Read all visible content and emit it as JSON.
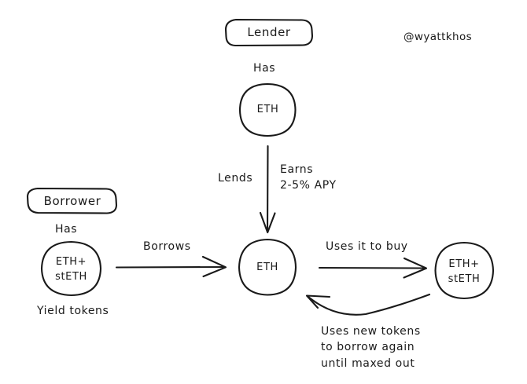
{
  "diagram": {
    "title_handle": "@wyattkhos",
    "background_color": "#ffffff",
    "stroke_color": "#1a1a1a",
    "boxes": [
      {
        "id": "lender",
        "label": "Lender"
      },
      {
        "id": "borrower",
        "label": "Borrower"
      }
    ],
    "nodes": [
      {
        "id": "lender-eth",
        "label": "ETH"
      },
      {
        "id": "borrower-tokens",
        "label": "ETH+\nstETH"
      },
      {
        "id": "pool-eth",
        "label": "ETH"
      },
      {
        "id": "bought-tokens",
        "label": "ETH+\nstETH"
      }
    ],
    "annotations": {
      "lender_has": "Has",
      "borrower_has": "Has",
      "yield_tokens": "Yield tokens"
    },
    "edges": [
      {
        "id": "lends",
        "label": "Lends"
      },
      {
        "id": "earns",
        "label": "Earns\n2-5% APY"
      },
      {
        "id": "borrows",
        "label": "Borrows"
      },
      {
        "id": "uses-it-to-buy",
        "label": "Uses it to buy"
      },
      {
        "id": "loop-back",
        "label": "Uses new tokens\nto borrow again\nuntil maxed out"
      }
    ]
  }
}
